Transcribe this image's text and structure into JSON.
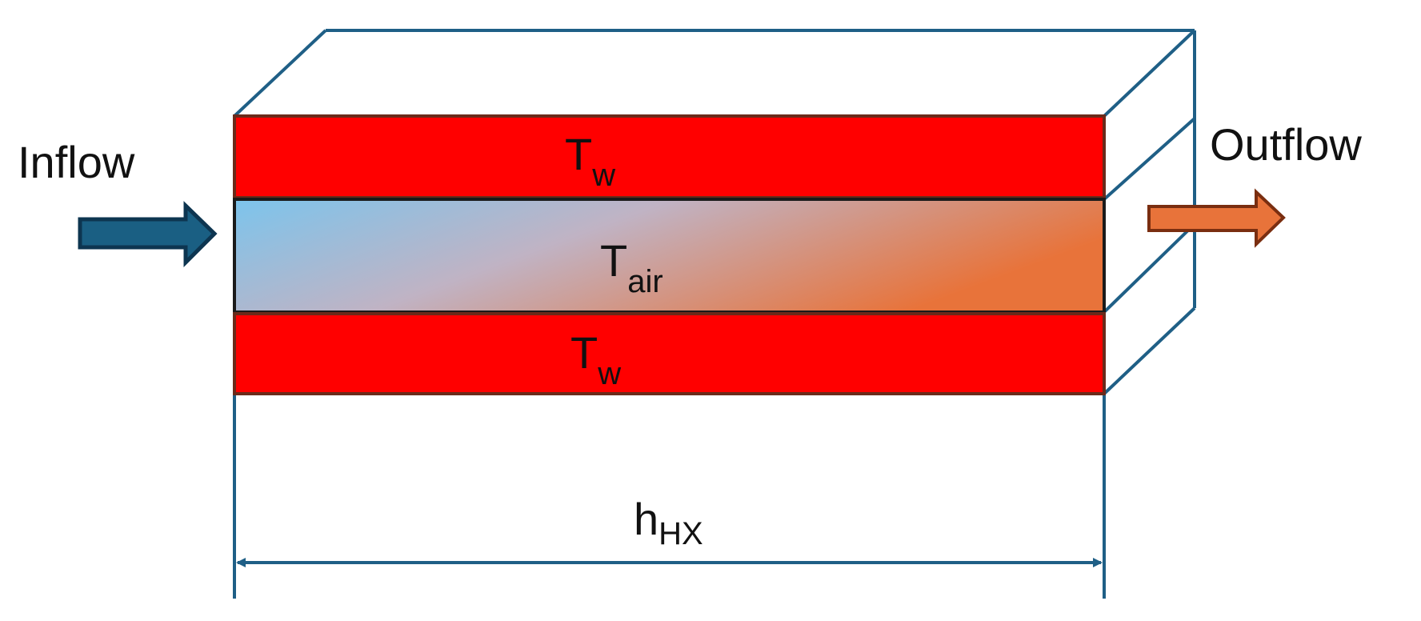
{
  "labels": {
    "inflow": "Inflow",
    "outflow": "Outflow",
    "top_layer": {
      "symbol": "T",
      "subscript": "w"
    },
    "middle_layer": {
      "symbol": "T",
      "subscript": "air"
    },
    "bottom_layer": {
      "symbol": "T",
      "subscript": "w"
    },
    "dimension": {
      "symbol": "h",
      "subscript": "HX"
    }
  },
  "colors": {
    "wall": "#ff0000",
    "wall_border": "#6b2a1a",
    "air_cold": "#7cc4ec",
    "air_hot": "#e8733a",
    "outline": "#1f5f86",
    "inflow_arrow": "#1a5f83",
    "inflow_arrow_border": "#0d3550",
    "outflow_arrow": "#e8733a",
    "outflow_arrow_border": "#7a2e10"
  }
}
